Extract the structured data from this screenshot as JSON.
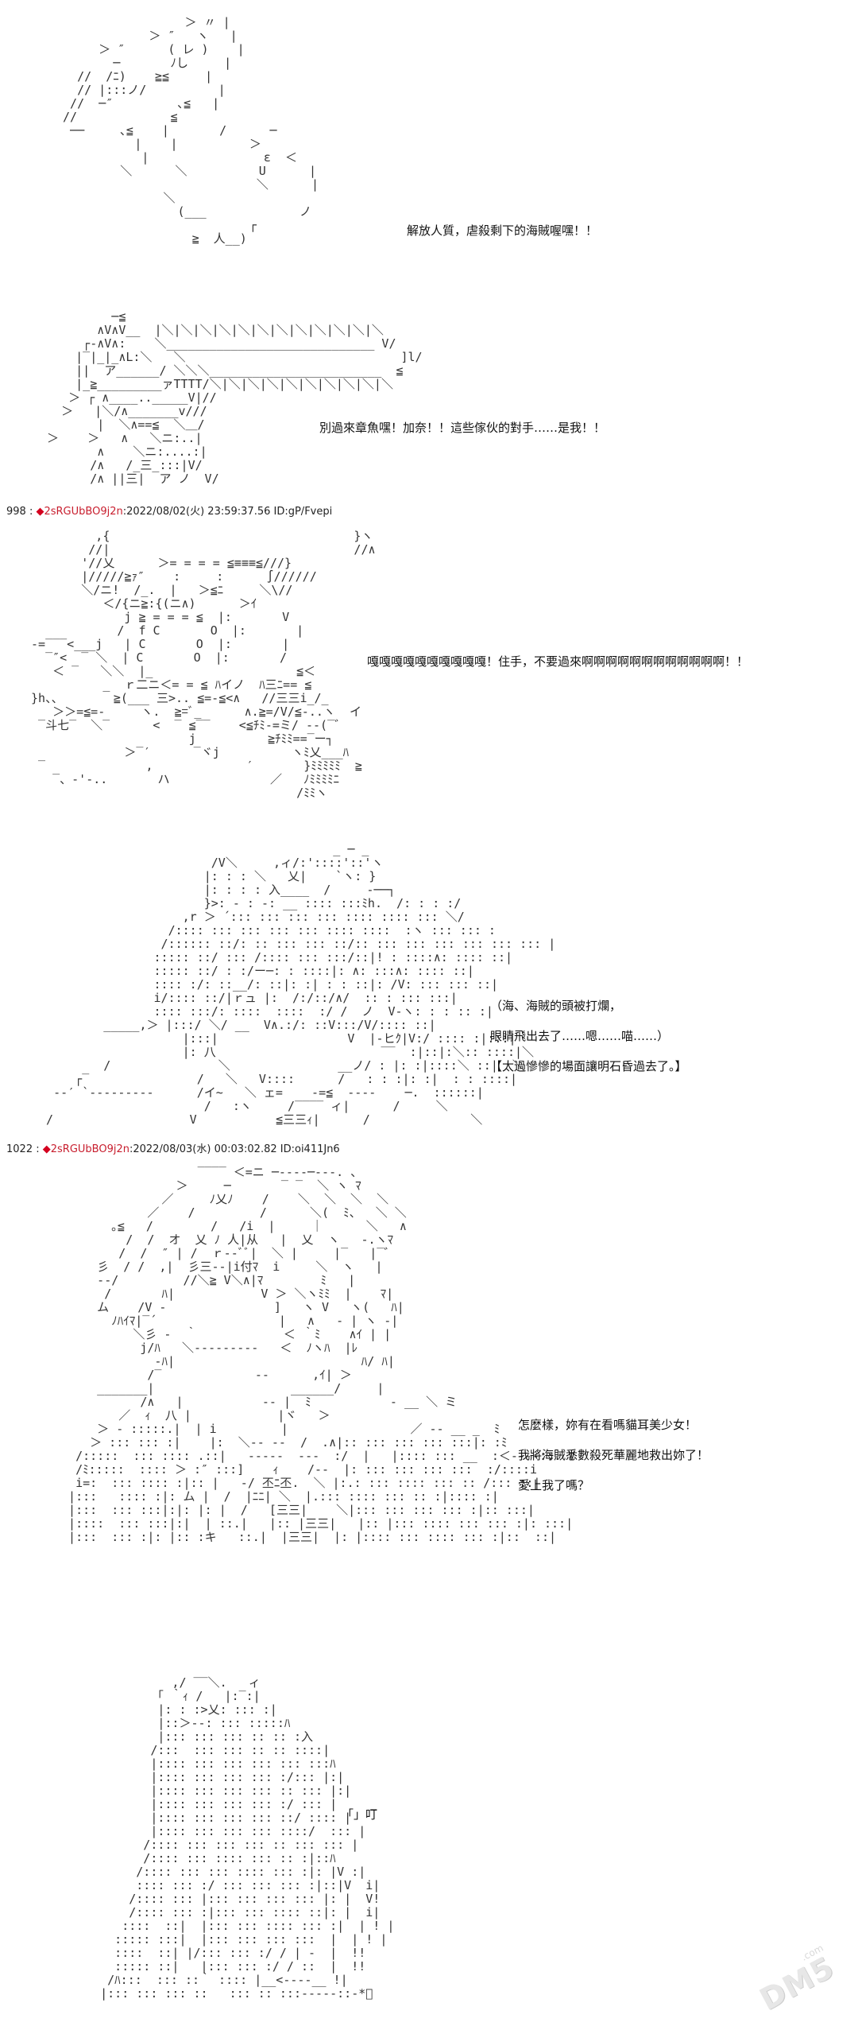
{
  "panels": [
    {
      "dialog": [
        "解放人質，虐殺剩下的海賊喔嘿！！"
      ]
    },
    {
      "dialog": [
        "別過來章魚嘿！加奈！！這些傢伙的對手……是我！！"
      ]
    },
    {
      "dialog": [
        "嘎嘎嘎嘎嘎嘎嘎嘎嘎嘎！住手，不要過來啊啊啊啊啊啊啊啊啊啊啊啊！！"
      ]
    },
    {
      "dialog": [
        "（海、海賊的頭被打爛，",
        "眼睛飛出去了……嗯……喵……）",
        "【太過慘慘的場面讓明石昏過去了。】"
      ]
    },
    {
      "dialog": [
        "怎麼樣，妳有在看嗎貓耳美少女！",
        "我將海賊悉數殺死華麗地救出妳了！",
        "愛上我了嗎？"
      ]
    },
    {
      "dialog": [
        "「」叮"
      ]
    }
  ],
  "posts": [
    {
      "number": "998",
      "sep": " : ",
      "trip": "2sRGUbBO9j2n",
      "datetime": ":2022/08/02(火) 23:59:37.56 ID:gP/Fvepi"
    },
    {
      "number": "1022",
      "sep": " : ",
      "trip": "2sRGUbBO9j2n",
      "datetime": ":2022/08/03(水) 00:03:02.82 ID:oi411Jn6"
    }
  ],
  "watermark": {
    "text": "DM5",
    "sub": ".com"
  }
}
